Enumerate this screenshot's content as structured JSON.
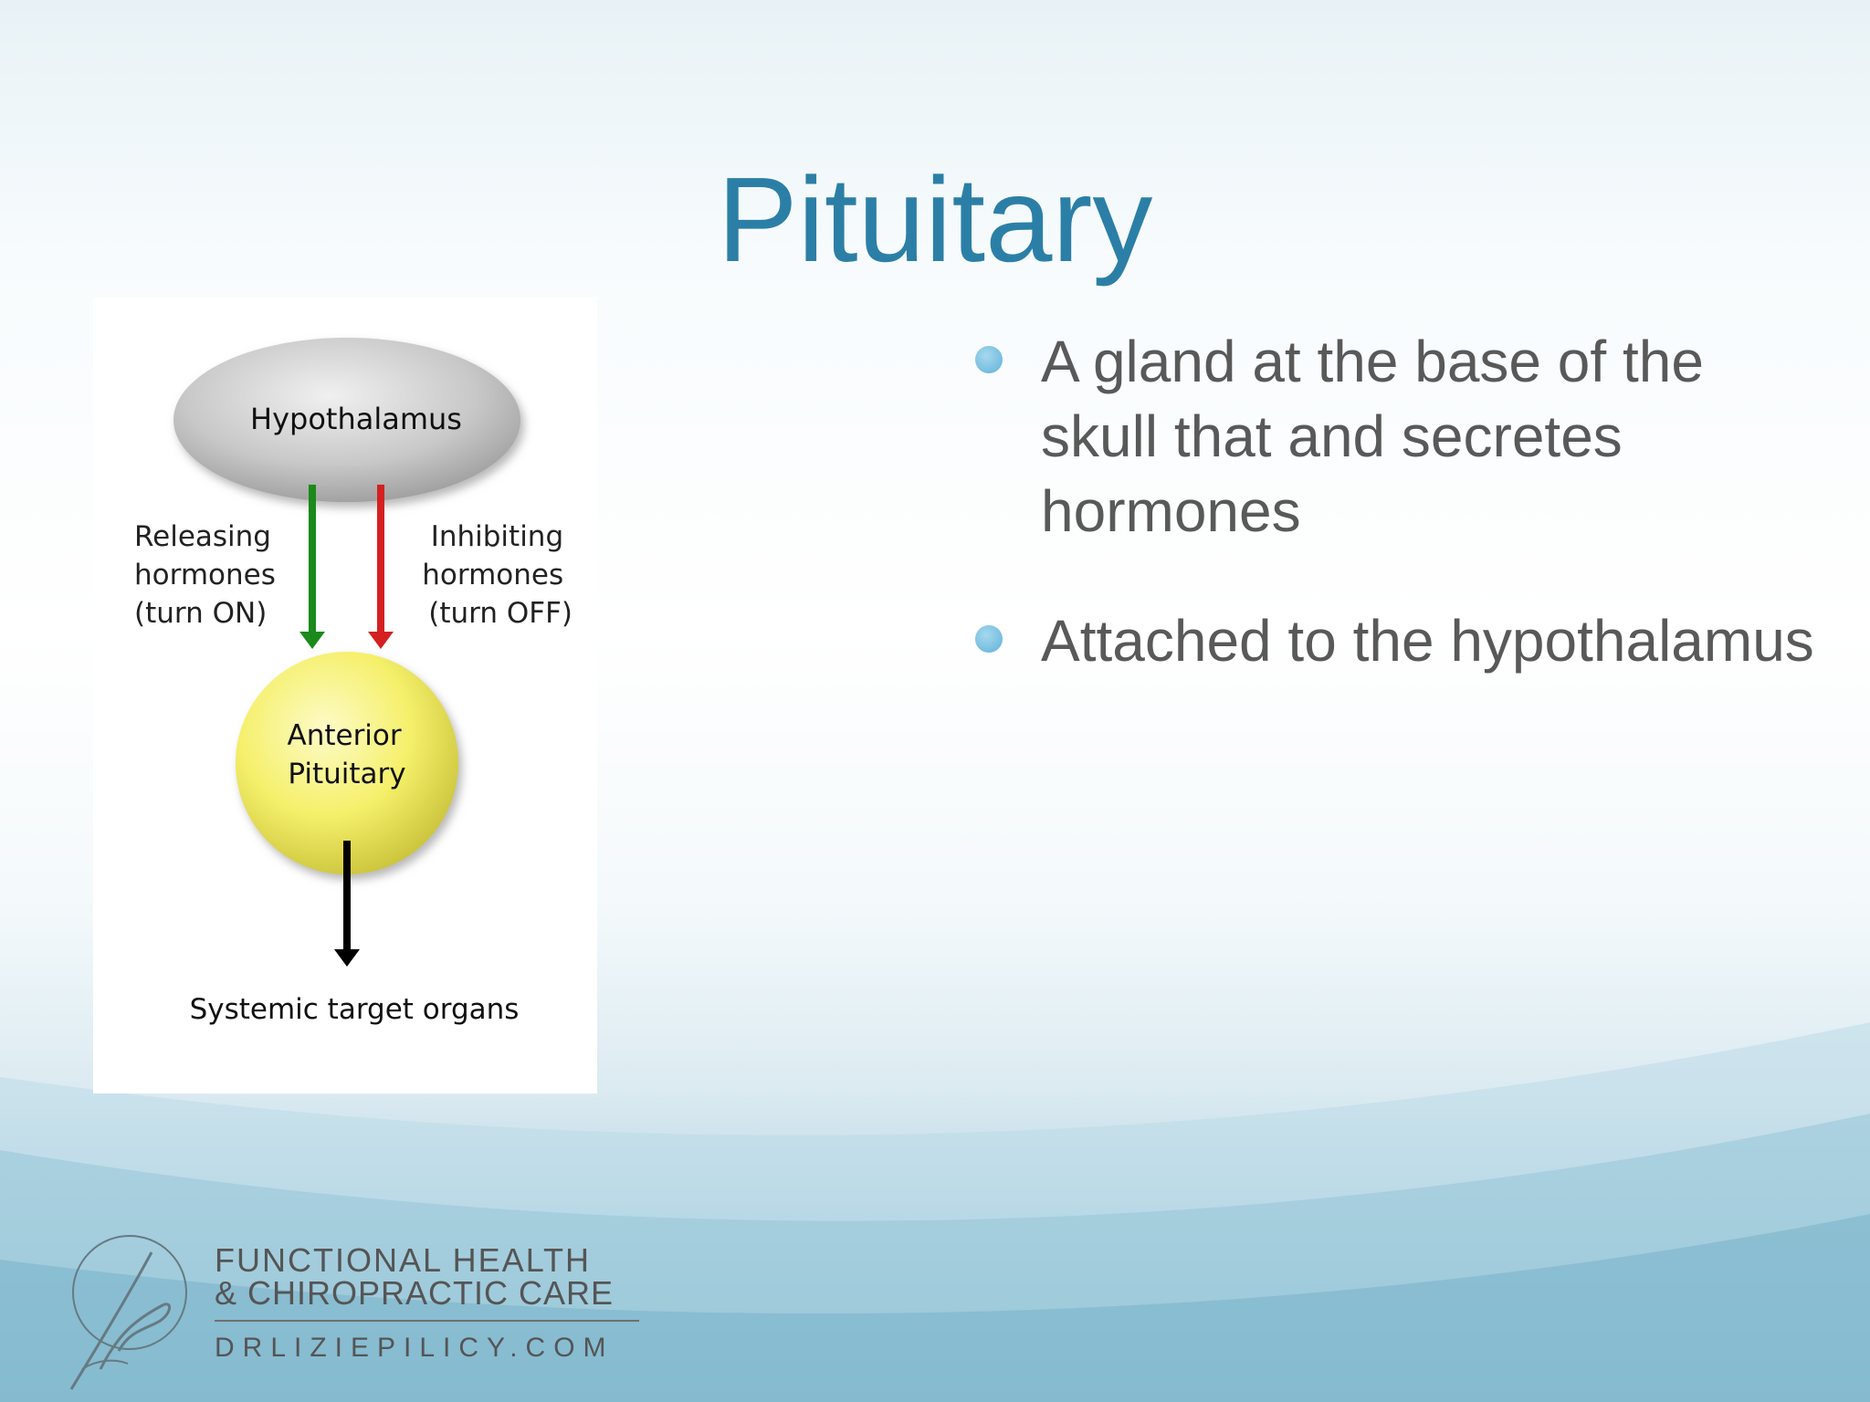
{
  "slide": {
    "title": "Pituitary",
    "bullets": [
      "A gland at the base of the skull that and secretes hormones",
      "Attached to the hypothalamus"
    ]
  },
  "diagram": {
    "hypothalamus_label": "Hypothalamus",
    "releasing_label": [
      "Releasing",
      "hormones",
      "(turn ON)"
    ],
    "inhibiting_label": [
      "Inhibiting",
      "hormones",
      "(turn OFF)"
    ],
    "pituitary_label": [
      "Anterior",
      "Pituitary"
    ],
    "target_label": "Systemic target organs",
    "colors": {
      "releasing_arrow": "#1a8a1a",
      "inhibiting_arrow": "#d42020",
      "output_arrow": "#000000",
      "hypothalamus_fill": "#c8c8c8",
      "pituitary_fill": "#f5f06a"
    }
  },
  "logo": {
    "line1": "FUNCTIONAL HEALTH",
    "line2": "& CHIROPRACTIC CARE",
    "url": "DRLIZIEPILICY.COM"
  },
  "theme": {
    "title_color": "#2b7fa6",
    "text_color": "#595959",
    "bullet_color": "#6bbadf"
  }
}
